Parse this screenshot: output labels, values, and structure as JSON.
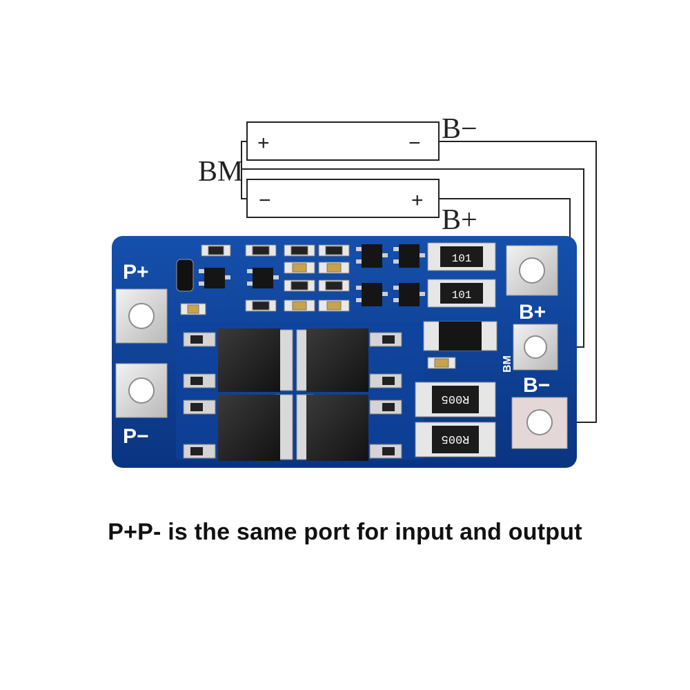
{
  "diagram": {
    "battery_top": {
      "plus": "+",
      "minus": "−"
    },
    "battery_bottom": {
      "minus": "−",
      "plus": "+"
    },
    "label_bm": "BM",
    "label_b_minus": "B−",
    "label_b_plus": "B+"
  },
  "board": {
    "label_p_plus": "P+",
    "label_p_minus": "P−",
    "label_b_plus": "B+",
    "label_bm": "BM",
    "label_b_minus": "B−",
    "resistor_1": "101",
    "resistor_2": "101",
    "shunt_1": "R005",
    "shunt_2": "R005"
  },
  "colors": {
    "pcb": "#0d3d8c",
    "silkscreen": "#ffffff",
    "wire": "#222222",
    "pad": "#d9d9d9"
  },
  "caption": "P+P- is the same port for input and output"
}
